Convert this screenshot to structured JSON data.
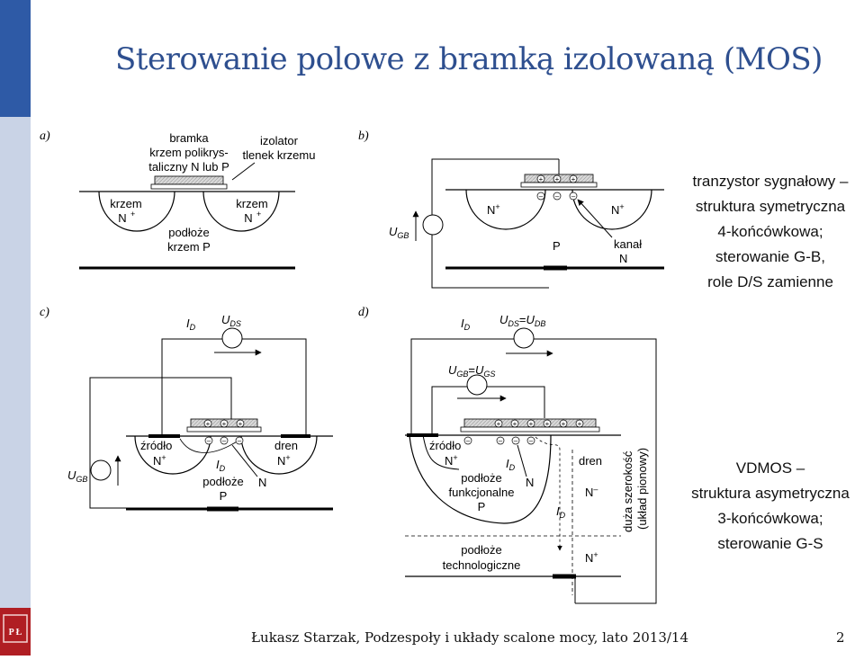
{
  "title": "Sterowanie polowe z bramką izolowaną (MOS)",
  "footer": "Łukasz Starzak, Podzespoły i układy scalone mocy, lato 2013/14",
  "page_number": "2",
  "colors": {
    "sidebar_top": "#2e5aa6",
    "sidebar_bottom": "#c9d3e6",
    "title": "#2e4f8f",
    "logo": "#b01e23"
  },
  "logo_text": "P Ł",
  "panel_a": {
    "tag": "a)",
    "gate_l1": "bramka",
    "gate_l2": "krzem polikrys-",
    "gate_l3": "taliczny N lub P",
    "ins_l1": "izolator",
    "ins_l2": "tlenek krzemu",
    "src_l1": "krzem",
    "src_l2": "N",
    "drn_l1": "krzem",
    "drn_l2": "N",
    "sub_l1": "podłoże",
    "sub_l2": "krzem P"
  },
  "panel_b": {
    "tag": "b)",
    "ugb": "U",
    "ugb_sub": "GB",
    "nleft": "N",
    "nright": "N",
    "p": "P",
    "ch_l1": "kanał",
    "ch_l2": "N",
    "plus": "+",
    "minus": "–"
  },
  "note_b": {
    "l1": "tranzystor sygnałowy –",
    "l2": "struktura symetryczna",
    "l3": "4-końcówkowa;",
    "l4": "sterowanie G-B,",
    "l5": "role D/S zamienne"
  },
  "panel_c": {
    "tag": "c)",
    "id": "I",
    "id_sub": "D",
    "uds": "U",
    "uds_sub": "DS",
    "ugb": "U",
    "ugb_sub": "GB",
    "src_l1": "źródło",
    "src_l2": "N",
    "drn_l1": "dren",
    "drn_l2": "N",
    "id2": "I",
    "id2_sub": "D",
    "sub_l1": "podłoże",
    "sub_l2": "P",
    "n": "N"
  },
  "panel_d": {
    "tag": "d)",
    "id": "I",
    "id_sub": "D",
    "uds": "U",
    "uds_sub": "DS",
    "eq": "=",
    "udb": "U",
    "udb_sub": "DB",
    "ugb": "U",
    "ugb_sub": "GB",
    "ugs": "U",
    "ugs_sub": "GS",
    "src_l1": "źródło",
    "src_l2": "N",
    "id2": "I",
    "id2_sub": "D",
    "n": "N",
    "fun_l1": "podłoże",
    "fun_l2": "funkcjonalne",
    "fun_l3": "P",
    "tech_l1": "podłoże",
    "tech_l2": "technologiczne",
    "id3": "I",
    "id3_sub": "D",
    "drn": "dren",
    "nminus": "N",
    "nplus": "N",
    "vert_l1": "duża szerokość",
    "vert_l2": "(układ pionowy)"
  },
  "note_d": {
    "l1": "VDMOS –",
    "l2": "struktura asymetryczna",
    "l3": "3-końcówkowa;",
    "l4": "sterowanie G-S"
  }
}
